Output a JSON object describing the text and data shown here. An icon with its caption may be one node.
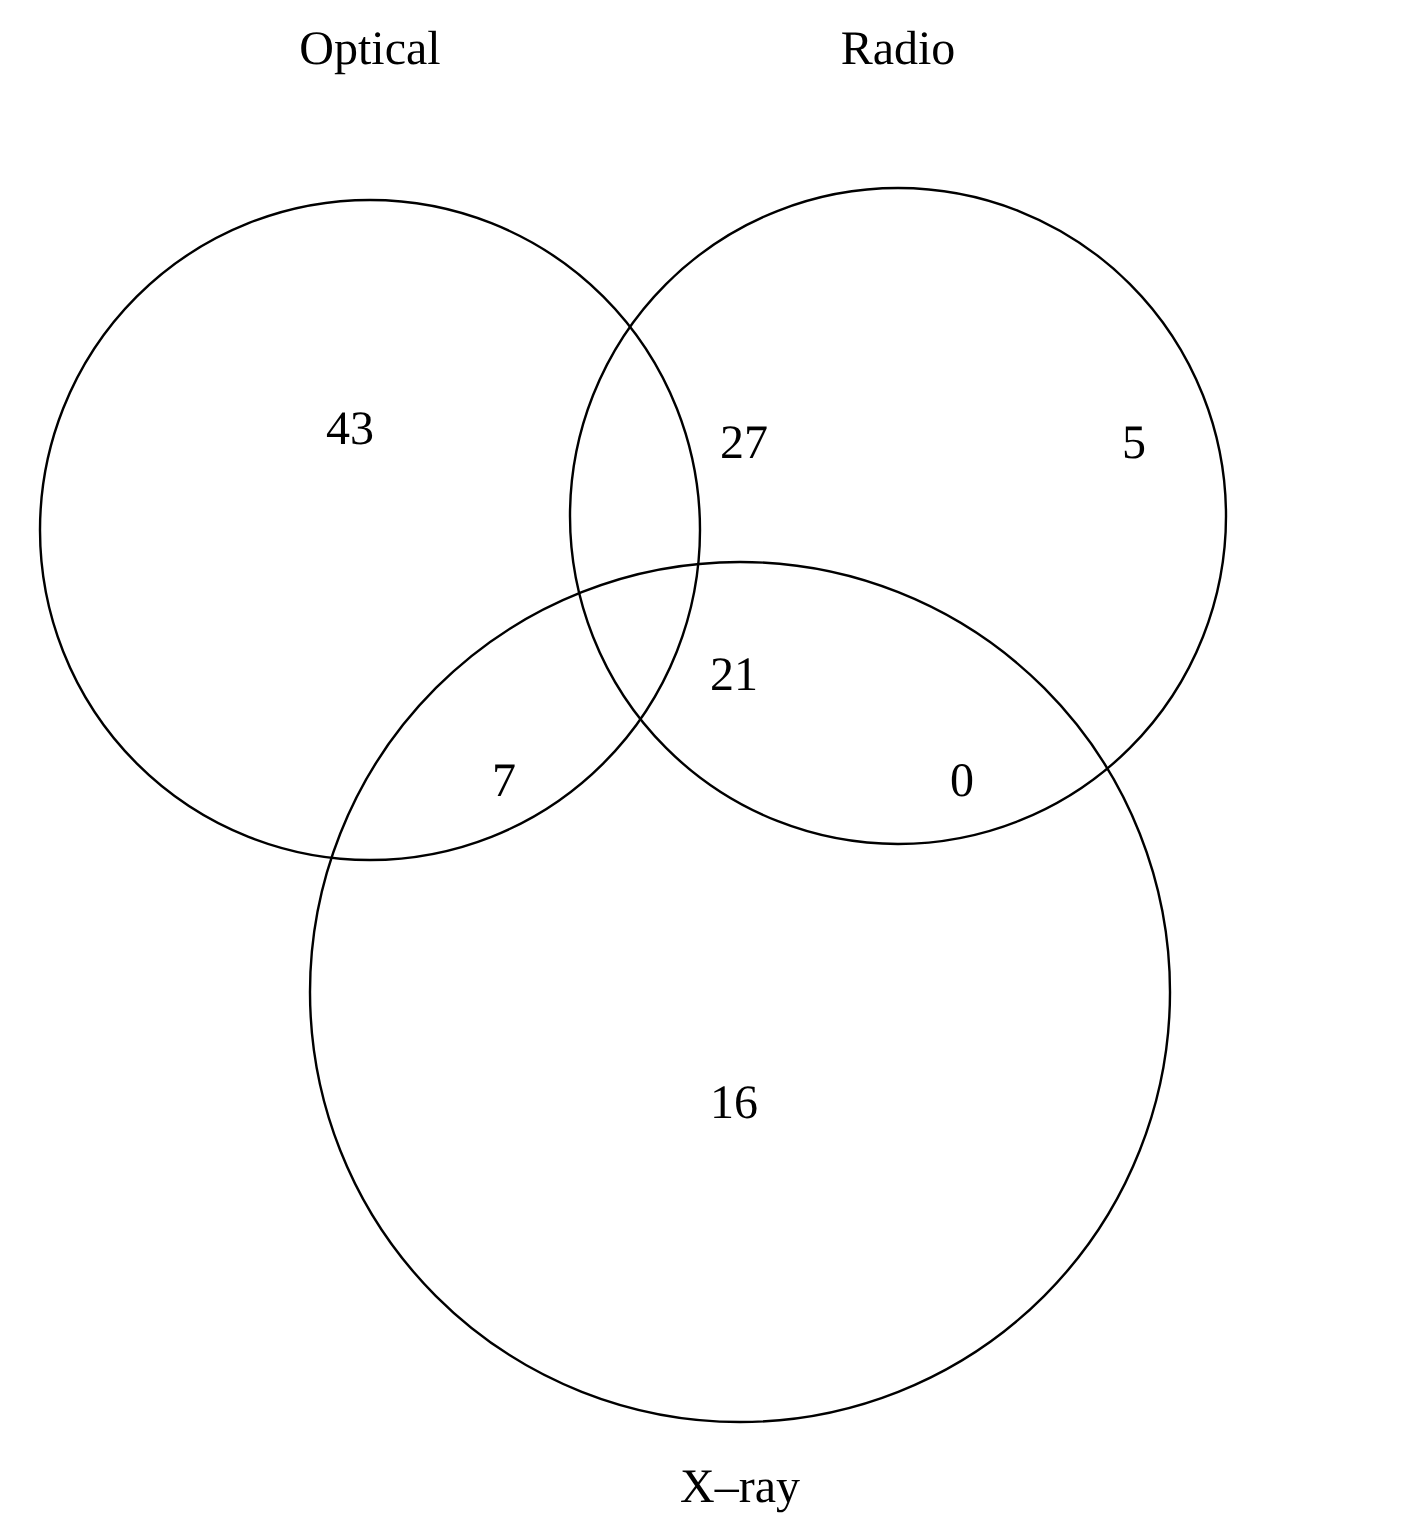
{
  "diagram": {
    "nodes": [
      {
        "text": [
          "Optical"
        ]
      },
      {
        "text": [
          "Radio"
        ]
      },
      {
        "text": [
          "X–ray"
        ]
      }
    ],
    "labels": [
      "43",
      "27",
      "5",
      "21",
      "7",
      "0",
      "16"
    ]
  }
}
